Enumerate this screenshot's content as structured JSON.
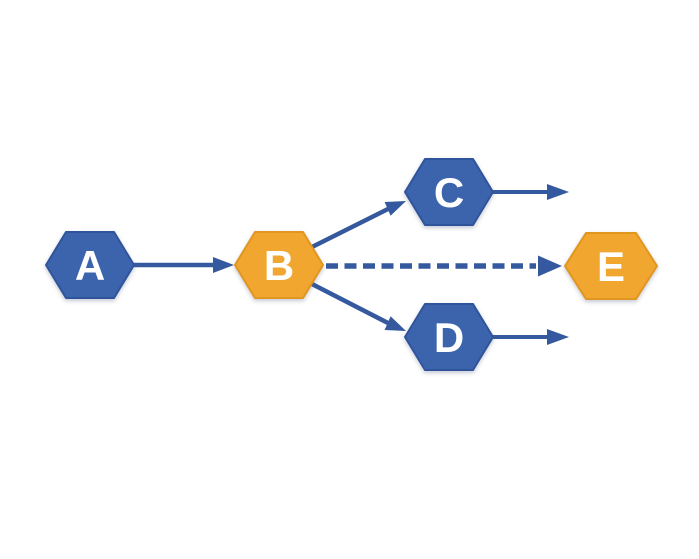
{
  "diagram": {
    "type": "flowchart",
    "description": "Hexagon flow diagram: A feeds B; B branches to C, D and (dashed) E; C and D have outgoing arrows",
    "palette": {
      "node_blue": "#3C64AD",
      "node_blue_stroke": "#30549C",
      "node_orange": "#F1A62F",
      "node_orange_stroke": "#E09620",
      "arrow": "#35599F",
      "label_text": "#FFFFFF",
      "background": "#FFFFFF"
    },
    "nodes": [
      {
        "id": "A",
        "label": "A",
        "shape": "hexagon",
        "color": "blue"
      },
      {
        "id": "B",
        "label": "B",
        "shape": "hexagon",
        "color": "orange"
      },
      {
        "id": "C",
        "label": "C",
        "shape": "hexagon",
        "color": "blue"
      },
      {
        "id": "D",
        "label": "D",
        "shape": "hexagon",
        "color": "blue"
      },
      {
        "id": "E",
        "label": "E",
        "shape": "hexagon",
        "color": "orange"
      }
    ],
    "edges": [
      {
        "from": "A",
        "to": "B",
        "style": "solid"
      },
      {
        "from": "B",
        "to": "C",
        "style": "solid"
      },
      {
        "from": "B",
        "to": "E",
        "style": "dashed"
      },
      {
        "from": "B",
        "to": "D",
        "style": "solid"
      },
      {
        "from": "C",
        "to": null,
        "style": "solid",
        "note": "open-ended exit arrow"
      },
      {
        "from": "D",
        "to": null,
        "style": "solid",
        "note": "open-ended exit arrow"
      }
    ]
  }
}
